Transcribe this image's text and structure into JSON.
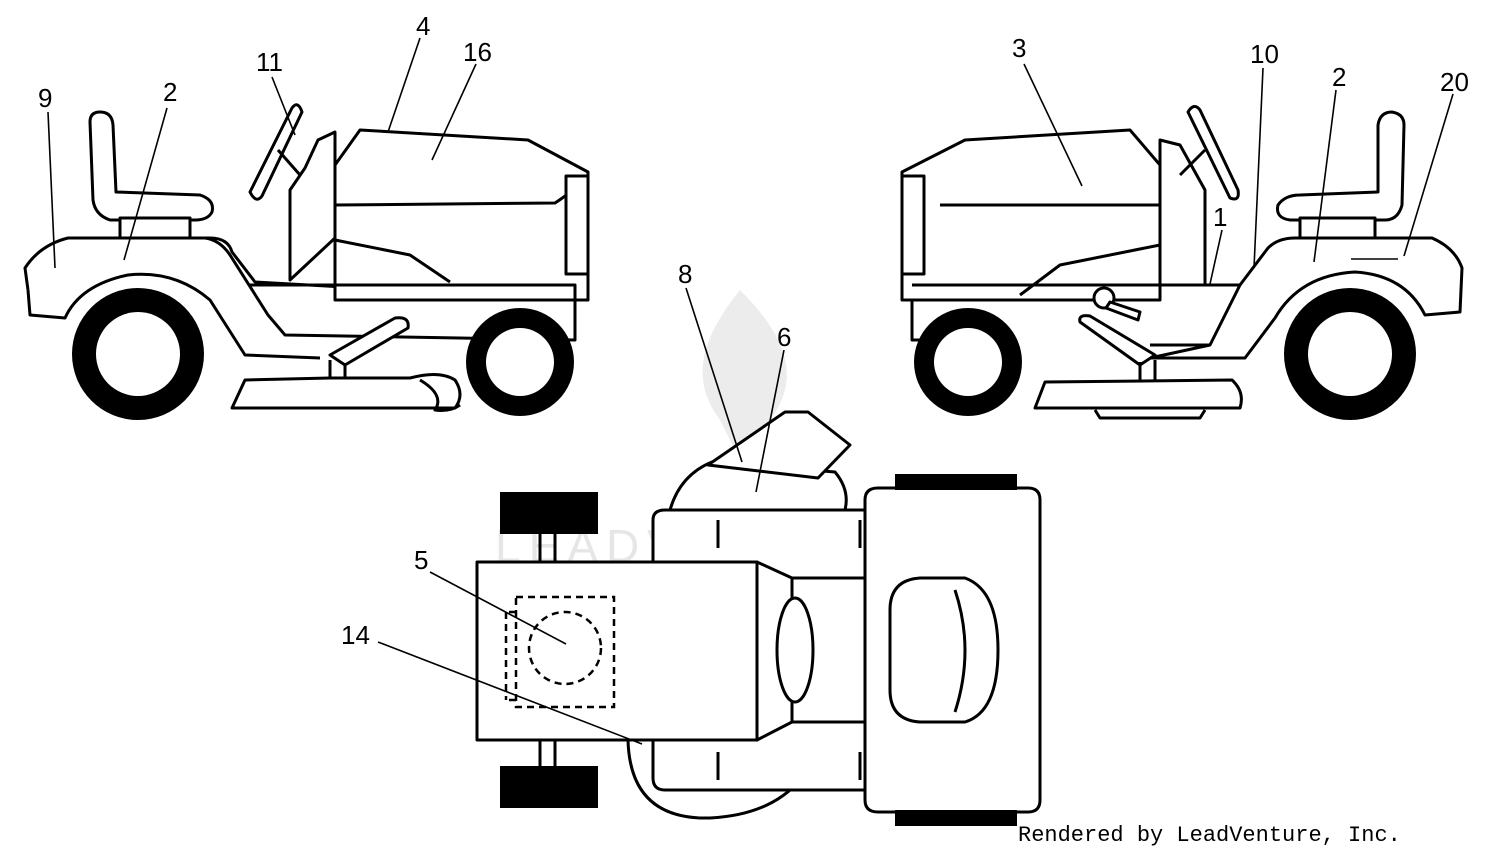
{
  "watermark": "LEADVENTURE",
  "footer": "Rendered by LeadVenture, Inc.",
  "callouts": {
    "c9": "9",
    "c2a": "2",
    "c11": "11",
    "c4": "4",
    "c16": "16",
    "c3": "3",
    "c10": "10",
    "c2b": "2",
    "c20": "20",
    "c1": "1",
    "c8": "8",
    "c6": "6",
    "c5": "5",
    "c14": "14"
  },
  "colors": {
    "ink": "#000000",
    "paper": "#ffffff",
    "watermark": "#e6e6e6"
  }
}
